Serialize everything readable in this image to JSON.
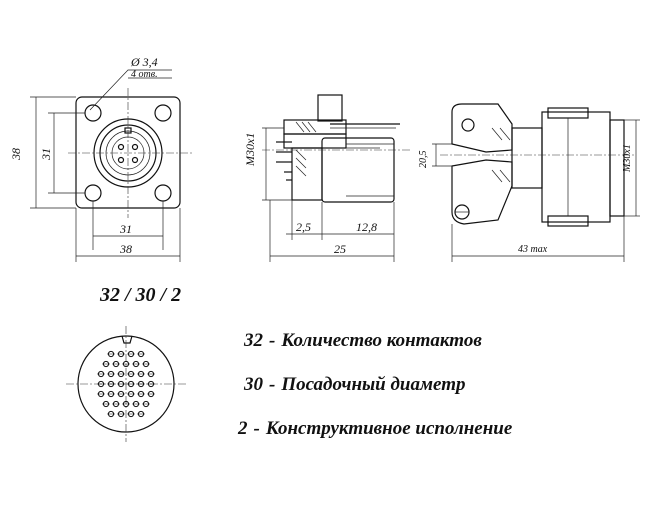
{
  "front_view": {
    "hole_dia": "Ø 3,4",
    "hole_count": "4 отв.",
    "height_outer": "38",
    "height_inner": "31",
    "width_inner": "31",
    "width_outer": "38"
  },
  "side_view": {
    "thread": "M30x1",
    "dim_a": "2,5",
    "dim_b": "12,8",
    "dim_total": "25"
  },
  "right_view": {
    "height": "20,5",
    "thread": "M30x1",
    "length": "43 max"
  },
  "code": "32 / 30 /  2",
  "legend": [
    {
      "num": "32",
      "sep": "-",
      "text": "Количество контактов"
    },
    {
      "num": "30",
      "sep": "-",
      "text": "Посадочный диаметр"
    },
    {
      "num": "2",
      "sep": "-",
      "text": "Конструктивное исполнение"
    }
  ]
}
